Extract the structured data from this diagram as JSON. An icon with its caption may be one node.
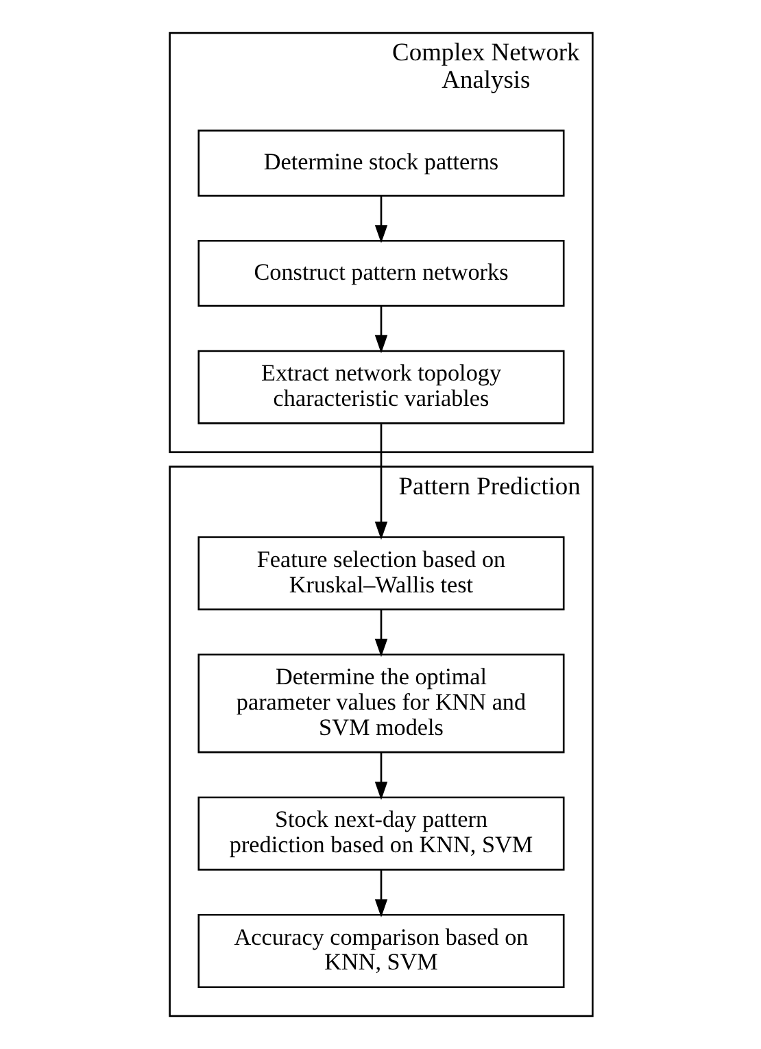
{
  "diagram": {
    "nodes": [
      {
        "text": [
          "Complex Network Analysis"
        ]
      },
      {
        "text": [
          "Determine stock patterns"
        ],
        "in": 0
      },
      {
        "text": [
          "Construct pattern networks"
        ],
        "in": 0
      },
      {
        "text": [
          "Extract network topology characteristic variables"
        ],
        "in": 0
      },
      {
        "text": [
          "Pattern Prediction"
        ]
      },
      {
        "text": [
          "Feature selection based on Kruskal–Wallis test"
        ],
        "in": 4
      },
      {
        "text": [
          "Determine the optimal parameter values for KNN and SVM models"
        ],
        "in": 4
      },
      {
        "text": [
          "Stock next-day pattern prediction based on KNN, SVM"
        ],
        "in": 4
      },
      {
        "text": [
          "Accuracy comparison based on KNN, SVM"
        ],
        "in": 4
      }
    ],
    "edges": [
      {
        "from": 1,
        "to": 2,
        "arrow": "to"
      },
      {
        "from": 2,
        "to": 3,
        "arrow": "to"
      },
      {
        "from": 3,
        "to": 5,
        "arrow": "to"
      },
      {
        "from": 5,
        "to": 6,
        "arrow": "to"
      },
      {
        "from": 6,
        "to": 7,
        "arrow": "to"
      },
      {
        "from": 7,
        "to": 8,
        "arrow": "to"
      }
    ]
  }
}
